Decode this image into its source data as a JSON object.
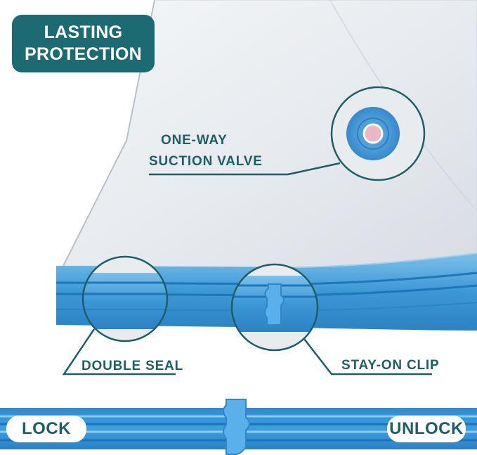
{
  "badge": {
    "line1": "LASTING",
    "line2": "PROTECTION"
  },
  "callouts": {
    "valve_line1": "ONE-WAY",
    "valve_line2": "SUCTION VALVE",
    "double_seal": "DOUBLE SEAL",
    "clip": "STAY-ON CLIP"
  },
  "strip": {
    "lock": "LOCK",
    "unlock": "UNLOCK"
  },
  "colors": {
    "teal": "#1d6b72",
    "bag_blue": "#3b93d2",
    "clip_blue": "#4fa7e3"
  }
}
